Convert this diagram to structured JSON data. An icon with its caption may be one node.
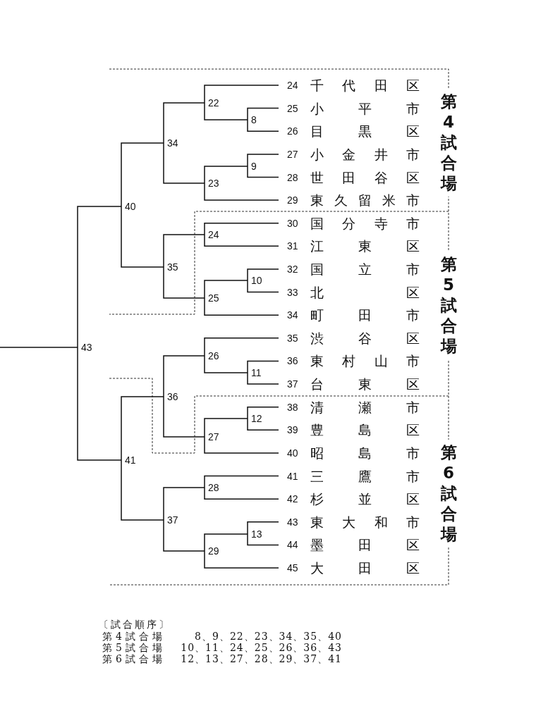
{
  "diagram": {
    "nodes": [
      {
        "text": [
          "24",
          "千代田区"
        ]
      },
      {
        "text": [
          "25",
          "小平市"
        ]
      },
      {
        "text": [
          "26",
          "目黒区"
        ]
      },
      {
        "text": [
          "27",
          "小金井市"
        ]
      },
      {
        "text": [
          "28",
          "世田谷区"
        ]
      },
      {
        "text": [
          "29",
          "東久留米市"
        ]
      },
      {
        "text": [
          "30",
          "国分寺市"
        ]
      },
      {
        "text": [
          "31",
          "江東区"
        ]
      },
      {
        "text": [
          "32",
          "国立市"
        ]
      },
      {
        "text": [
          "33",
          "北区"
        ]
      },
      {
        "text": [
          "34",
          "町田市"
        ]
      },
      {
        "text": [
          "35",
          "渋谷区"
        ]
      },
      {
        "text": [
          "36",
          "東村山市"
        ]
      },
      {
        "text": [
          "37",
          "台東区"
        ]
      },
      {
        "text": [
          "38",
          "清瀬市"
        ]
      },
      {
        "text": [
          "39",
          "豊島区"
        ]
      },
      {
        "text": [
          "40",
          "昭島市"
        ]
      },
      {
        "text": [
          "41",
          "三鷹市"
        ]
      },
      {
        "text": [
          "42",
          "杉並区"
        ]
      },
      {
        "text": [
          "43",
          "東大和市"
        ]
      },
      {
        "text": [
          "44",
          "墨田区"
        ]
      },
      {
        "text": [
          "45",
          "大田区"
        ]
      },
      {
        "text": [
          "8"
        ]
      },
      {
        "text": [
          "9"
        ]
      },
      {
        "text": [
          "10"
        ]
      },
      {
        "text": [
          "11"
        ]
      },
      {
        "text": [
          "12"
        ]
      },
      {
        "text": [
          "13"
        ]
      },
      {
        "text": [
          "22"
        ]
      },
      {
        "text": [
          "23"
        ]
      },
      {
        "text": [
          "24"
        ]
      },
      {
        "text": [
          "25"
        ]
      },
      {
        "text": [
          "26"
        ]
      },
      {
        "text": [
          "27"
        ]
      },
      {
        "text": [
          "28"
        ]
      },
      {
        "text": [
          "29"
        ]
      },
      {
        "text": [
          "34"
        ]
      },
      {
        "text": [
          "35"
        ]
      },
      {
        "text": [
          "36"
        ]
      },
      {
        "text": [
          "37"
        ]
      },
      {
        "text": [
          "40"
        ]
      },
      {
        "text": [
          "41"
        ]
      },
      {
        "text": [
          "43"
        ]
      }
    ],
    "edges": [
      {
        "from": 22,
        "to": 1,
        "arrow": "none"
      },
      {
        "from": 22,
        "to": 2,
        "arrow": "none"
      },
      {
        "from": 23,
        "to": 3,
        "arrow": "none"
      },
      {
        "from": 23,
        "to": 4,
        "arrow": "none"
      },
      {
        "from": 24,
        "to": 8,
        "arrow": "none"
      },
      {
        "from": 24,
        "to": 9,
        "arrow": "none"
      },
      {
        "from": 25,
        "to": 12,
        "arrow": "none"
      },
      {
        "from": 25,
        "to": 13,
        "arrow": "none"
      },
      {
        "from": 26,
        "to": 14,
        "arrow": "none"
      },
      {
        "from": 26,
        "to": 15,
        "arrow": "none"
      },
      {
        "from": 27,
        "to": 19,
        "arrow": "none"
      },
      {
        "from": 27,
        "to": 20,
        "arrow": "none"
      },
      {
        "from": 28,
        "to": 0,
        "arrow": "none"
      },
      {
        "from": 28,
        "to": 22,
        "arrow": "none"
      },
      {
        "from": 29,
        "to": 23,
        "arrow": "none"
      },
      {
        "from": 29,
        "to": 5,
        "arrow": "none"
      },
      {
        "from": 30,
        "to": 6,
        "arrow": "none"
      },
      {
        "from": 30,
        "to": 7,
        "arrow": "none"
      },
      {
        "from": 31,
        "to": 24,
        "arrow": "none"
      },
      {
        "from": 31,
        "to": 10,
        "arrow": "none"
      },
      {
        "from": 32,
        "to": 11,
        "arrow": "none"
      },
      {
        "from": 32,
        "to": 25,
        "arrow": "none"
      },
      {
        "from": 33,
        "to": 26,
        "arrow": "none"
      },
      {
        "from": 33,
        "to": 16,
        "arrow": "none"
      },
      {
        "from": 34,
        "to": 17,
        "arrow": "none"
      },
      {
        "from": 34,
        "to": 18,
        "arrow": "none"
      },
      {
        "from": 35,
        "to": 27,
        "arrow": "none"
      },
      {
        "from": 35,
        "to": 21,
        "arrow": "none"
      },
      {
        "from": 36,
        "to": 28,
        "arrow": "none"
      },
      {
        "from": 36,
        "to": 29,
        "arrow": "none"
      },
      {
        "from": 37,
        "to": 30,
        "arrow": "none"
      },
      {
        "from": 37,
        "to": 31,
        "arrow": "none"
      },
      {
        "from": 38,
        "to": 32,
        "arrow": "none"
      },
      {
        "from": 38,
        "to": 33,
        "arrow": "none"
      },
      {
        "from": 39,
        "to": 34,
        "arrow": "none"
      },
      {
        "from": 39,
        "to": 35,
        "arrow": "none"
      },
      {
        "from": 40,
        "to": 36,
        "arrow": "none"
      },
      {
        "from": 40,
        "to": 37,
        "arrow": "none"
      },
      {
        "from": 41,
        "to": 38,
        "arrow": "none"
      },
      {
        "from": 41,
        "to": 39,
        "arrow": "none"
      },
      {
        "from": 42,
        "to": 40,
        "arrow": "none"
      },
      {
        "from": 42,
        "to": 41,
        "arrow": "none"
      },
      {
        "from": null,
        "to": 42,
        "arrow": "none"
      }
    ],
    "labels": [
      "第4試合場",
      "第5試合場",
      "第6試合場",
      "〔試合順序〕",
      "第4試合場",
      "8、9、22、23、34、35、40",
      "第5試合場",
      "10、11、24、25、26、36、43",
      "第6試合場",
      "12、13、27、28、29、37、41"
    ]
  }
}
